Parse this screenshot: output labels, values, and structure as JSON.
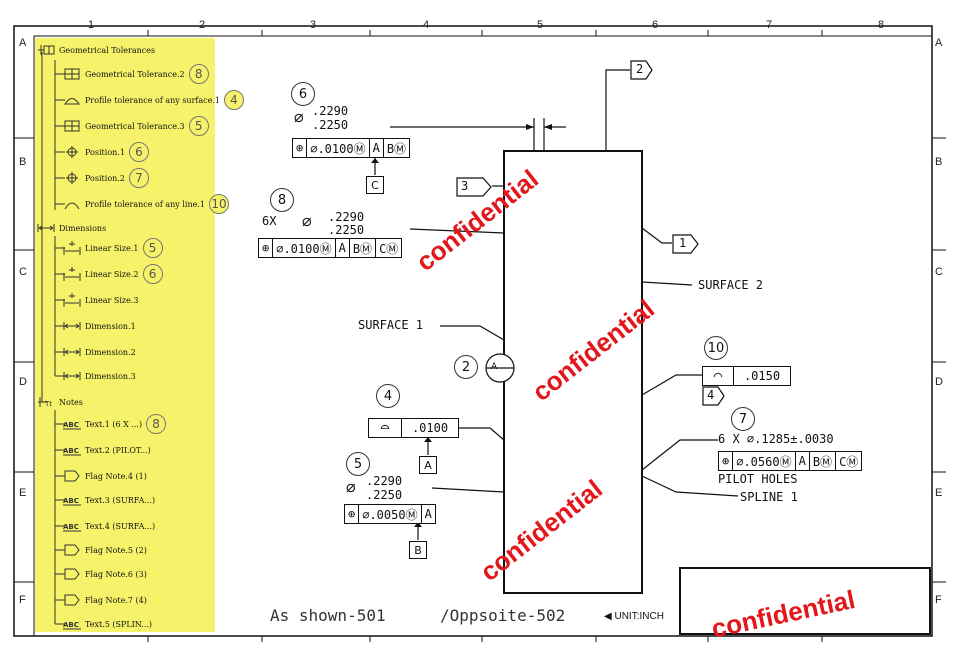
{
  "zones": {
    "columns": [
      "1",
      "2",
      "3",
      "4",
      "5",
      "6",
      "7",
      "8"
    ],
    "rows": [
      "A",
      "B",
      "C",
      "D",
      "E",
      "F"
    ]
  },
  "tree": {
    "root_label": "Geometrical Tolerances",
    "groups": [
      {
        "label": "Geometrical Tolerances",
        "icon": "gdt-icon",
        "items": [
          {
            "label": "Geometrical Tolerance.2",
            "icon": "tolerance-frame-icon",
            "callout": "8"
          },
          {
            "label": "Profile tolerance of any surface.1",
            "icon": "profile-surface-icon",
            "callout": "4"
          },
          {
            "label": "Geometrical Tolerance.3",
            "icon": "tolerance-frame-icon",
            "callout": "5"
          },
          {
            "label": "Position.1",
            "icon": "position-icon",
            "callout": "6"
          },
          {
            "label": "Position.2",
            "icon": "position-icon",
            "callout": "7"
          },
          {
            "label": "Profile tolerance of any line.1",
            "icon": "profile-line-icon",
            "callout": "10"
          }
        ]
      },
      {
        "label": "Dimensions",
        "icon": "dimension-icon",
        "items": [
          {
            "label": "Linear Size.1",
            "icon": "linear-size-icon",
            "callout": "5"
          },
          {
            "label": "Linear Size.2",
            "icon": "linear-size-icon",
            "callout": "6"
          },
          {
            "label": "Linear Size.3",
            "icon": "linear-size-icon",
            "callout": ""
          },
          {
            "label": "Dimension.1",
            "icon": "dimension-icon",
            "callout": ""
          },
          {
            "label": "Dimension.2",
            "icon": "dimension-icon",
            "callout": ""
          },
          {
            "label": "Dimension.3",
            "icon": "dimension-icon",
            "callout": ""
          }
        ]
      },
      {
        "label": "Notes",
        "icon": "notes-icon",
        "items": [
          {
            "label": "Text.1 (6 X ...)",
            "icon": "abc-text-icon",
            "callout": "8"
          },
          {
            "label": "Text.2 (PILOT...)",
            "icon": "abc-text-icon",
            "callout": ""
          },
          {
            "label": "Flag Note.4 (1)",
            "icon": "flag-note-icon",
            "callout": ""
          },
          {
            "label": "Text.3 (SURFA...)",
            "icon": "abc-text-icon",
            "callout": ""
          },
          {
            "label": "Text.4 (SURFA...)",
            "icon": "abc-text-icon",
            "callout": ""
          },
          {
            "label": "Flag Note.5 (2)",
            "icon": "flag-note-icon",
            "callout": ""
          },
          {
            "label": "Flag Note.6 (3)",
            "icon": "flag-note-icon",
            "callout": ""
          },
          {
            "label": "Flag Note.7 (4)",
            "icon": "flag-note-icon",
            "callout": ""
          },
          {
            "label": "Text.5 (SPLIN...)",
            "icon": "abc-text-icon",
            "callout": ""
          }
        ]
      }
    ]
  },
  "drawing": {
    "callouts": {
      "c6": "6",
      "c8": "8",
      "c2": "2",
      "c10": "10",
      "c4": "4",
      "c7": "7",
      "c5": "5"
    },
    "flags": {
      "f1": "1",
      "f2": "2",
      "f3": "3",
      "f4": "4"
    },
    "dim6": {
      "diam": "⌀",
      "upper": ".2290",
      "lower": ".2250",
      "frame": [
        "⊕",
        "⌀.0100Ⓜ",
        "A",
        "BⓂ"
      ],
      "datum": "C"
    },
    "dim8": {
      "prefix": "6X",
      "diam": "⌀",
      "upper": ".2290",
      "lower": ".2250",
      "frame": [
        "⊕",
        "⌀.0100Ⓜ",
        "A",
        "BⓂ",
        "CⓂ"
      ]
    },
    "dim5": {
      "diam": "⌀",
      "upper": ".2290",
      "lower": ".2250",
      "frame": [
        "⊕",
        "⌀.0050Ⓜ",
        "A"
      ],
      "datum": "B"
    },
    "prof4": {
      "symbol": "⌓",
      "value": ".0100",
      "datum": "A"
    },
    "prof10": {
      "symbol": "⌒",
      "value": ".0150"
    },
    "pilot": {
      "line1": "6 X ⌀.1285±.0030",
      "frame": [
        "⊕",
        "⌀.0560Ⓜ",
        "A",
        "BⓂ",
        "CⓂ"
      ],
      "note": "PILOT HOLES"
    },
    "surface1": "SURFACE 1",
    "surface2": "SURFACE 2",
    "spline": "SPLINE 1",
    "balloon_a": "A",
    "footer_view": "As shown-501",
    "footer_opp": "/Oppsoite-502",
    "unit": "◀ UNIT:INCH",
    "watermark": "confidential"
  },
  "colors": {
    "tree_bg": "#f6f36a",
    "watermark": "#e3171b"
  }
}
